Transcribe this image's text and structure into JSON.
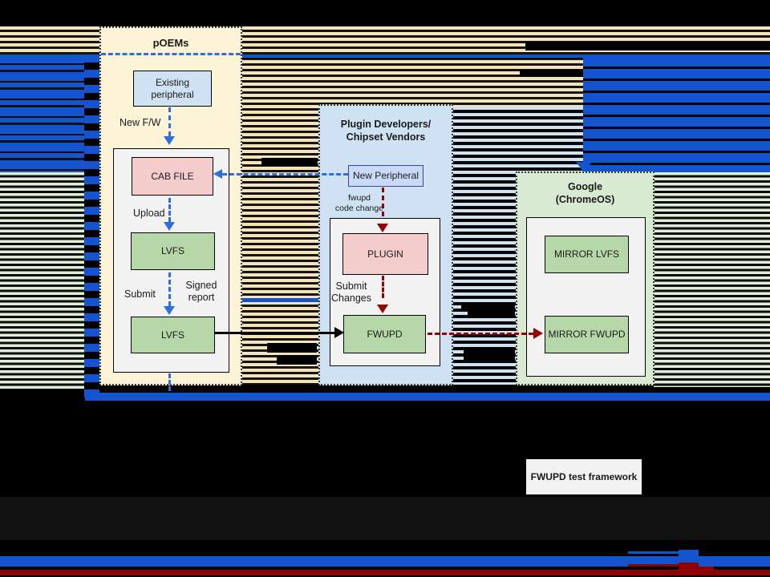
{
  "panels": {
    "poems": {
      "title": "pOEMs",
      "existing_peripheral_line1": "Existing",
      "existing_peripheral_line2": "peripheral",
      "cab_file": "CAB FILE",
      "lvfs_upper": "LVFS",
      "lvfs_lower": "LVFS",
      "labels": {
        "new_fw": "New F/W",
        "upload": "Upload",
        "submit": "Submit",
        "signed_report_line1": "Signed",
        "signed_report_line2": "report"
      }
    },
    "plugin": {
      "title_line1": "Plugin Developers/",
      "title_line2": "Chipset Vendors",
      "new_peripheral": "New Peripheral",
      "plugin_box": "PLUGIN",
      "fwupd_box": "FWUPD",
      "labels": {
        "fwupd_code_change_line1": "fwupd",
        "fwupd_code_change_line2": "code change",
        "submit_changes_line1": "Submit",
        "submit_changes_line2": "Changes"
      }
    },
    "google": {
      "title_line1": "Google",
      "title_line2": "(ChromeOS)",
      "mirror_lvfs": "MIRROR LVFS",
      "mirror_fwupd": "MIRROR FWUPD"
    },
    "test_framework": {
      "label": "FWUPD test framework"
    }
  },
  "colors": {
    "glitch_blue": "#1455cf",
    "arrow_blue": "#2f6fdd",
    "arrow_red": "#990000",
    "bottom_red_band": "#8f0000",
    "panel_poems_bg": "#fdf3d6",
    "panel_plugin_bg": "#cfe2f3",
    "panel_google_bg": "#d9ead3",
    "box_pink": "#f4cccc",
    "box_green": "#b6d7a8",
    "box_blue": "#cfe2f3",
    "box_lavender": "#c9daf8",
    "container_gray": "#f2f2f2"
  }
}
